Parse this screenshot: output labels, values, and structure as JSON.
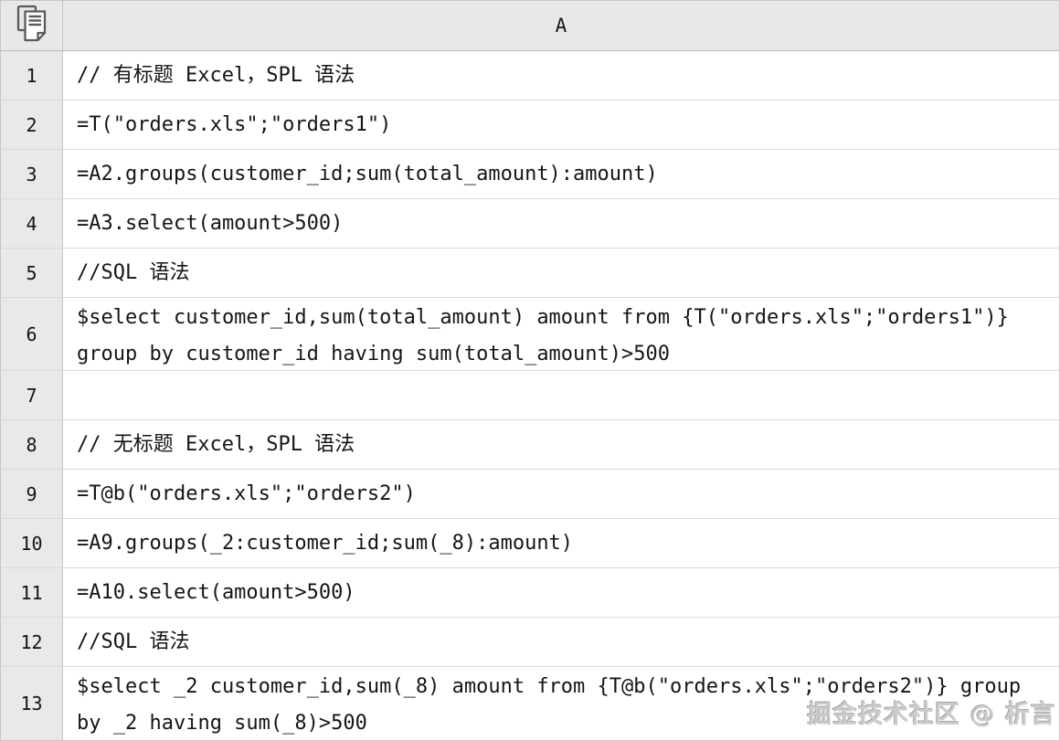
{
  "sheet": {
    "column_header": "A",
    "corner_icon": "pages-icon",
    "rows": [
      {
        "num": "1",
        "code": "// 有标题 Excel，SPL 语法"
      },
      {
        "num": "2",
        "code": "=T(\"orders.xls\";\"orders1\")"
      },
      {
        "num": "3",
        "code": "=A2.groups(customer_id;sum(total_amount):amount)"
      },
      {
        "num": "4",
        "code": "=A3.select(amount>500)"
      },
      {
        "num": "5",
        "code": "//SQL 语法"
      },
      {
        "num": "6",
        "code": "$select customer_id,sum(total_amount) amount from {T(\"orders.xls\";\"orders1\")} group by customer_id having sum(total_amount)>500"
      },
      {
        "num": "7",
        "code": ""
      },
      {
        "num": "8",
        "code": "// 无标题 Excel，SPL 语法"
      },
      {
        "num": "9",
        "code": "=T@b(\"orders.xls\";\"orders2\")"
      },
      {
        "num": "10",
        "code": "=A9.groups(_2:customer_id;sum(_8):amount)"
      },
      {
        "num": "11",
        "code": "=A10.select(amount>500)"
      },
      {
        "num": "12",
        "code": "//SQL 语法"
      },
      {
        "num": "13",
        "code": "$select _2 customer_id,sum(_8) amount from {T@b(\"orders.xls\";\"orders2\")} group by _2 having sum(_8)>500"
      }
    ]
  },
  "watermark": {
    "text": "掘金技术社区 @ 析言"
  },
  "colors": {
    "header_bg": "#e8e8e8",
    "row_number_bg": "#e9e9e9",
    "cell_bg": "#ffffff",
    "grid_border": "#c6c6c6",
    "row_border": "#d9d9d9",
    "text": "#151515",
    "watermark": "#cccccc"
  }
}
